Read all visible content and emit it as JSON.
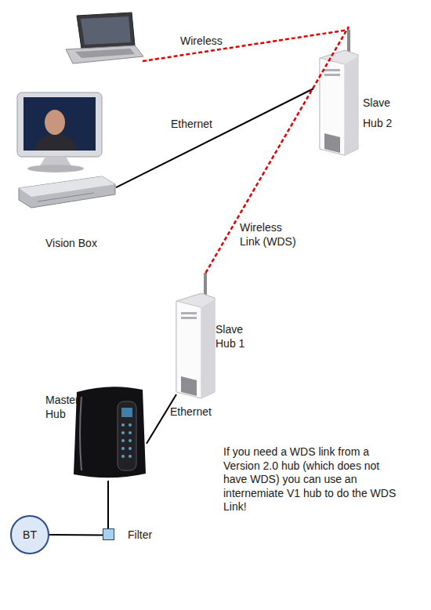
{
  "diagram": {
    "nodes": [
      {
        "text": [
          "Slave Hub 2"
        ]
      },
      {
        "text": [
          "Vision Box"
        ]
      },
      {
        "text": [
          "Slave Hub 1"
        ]
      },
      {
        "text": [
          "Master Hub"
        ]
      },
      {
        "text": [
          "BT"
        ]
      },
      {
        "text": [
          "Filter"
        ]
      }
    ],
    "edges": [
      {
        "from": 1,
        "to": 0,
        "arrow": "none",
        "label": "Ethernet"
      },
      {
        "from": 2,
        "to": 0,
        "arrow": "none",
        "label": "Wireless Link (WDS)"
      },
      {
        "from": 3,
        "to": 2,
        "arrow": "none",
        "label": "Ethernet"
      },
      {
        "from": 3,
        "to": 5,
        "arrow": "none"
      },
      {
        "from": 4,
        "to": 5,
        "arrow": "none"
      }
    ],
    "labels": [
      "Wireless",
      "If you need a WDS link from a Version 2.0 hub (which does not have WDS) you can use an internemiate V1 hub to do the WDS Link!"
    ]
  }
}
